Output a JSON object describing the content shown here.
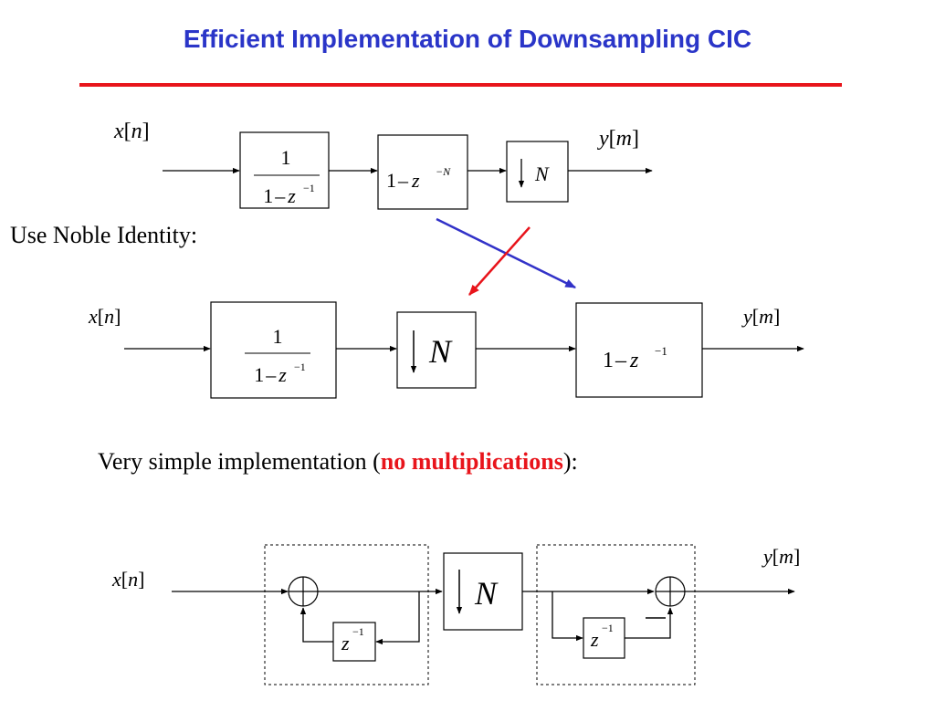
{
  "slide": {
    "title": "Efficient Implementation of Downsampling CIC",
    "noble_text": "Use Noble Identity:",
    "simple_text_prefix": "Very simple implementation (",
    "simple_text_highlight": "no multiplications",
    "simple_text_suffix": "):"
  },
  "signals": {
    "x_var": "x",
    "n_idx": "n",
    "y_var": "y",
    "m_idx": "m"
  },
  "blocks": {
    "integrator_num": "1",
    "integrator_den_one": "1",
    "minus": "–",
    "z": "z",
    "exp_minus1": "−1",
    "exp_minusN": "−N",
    "factor_N": "N"
  },
  "colors": {
    "title": "#2a35c8",
    "title_rule": "#e8141b",
    "highlight": "#e8141b",
    "swap_blue": "#3232c8",
    "swap_red": "#e8141b"
  }
}
